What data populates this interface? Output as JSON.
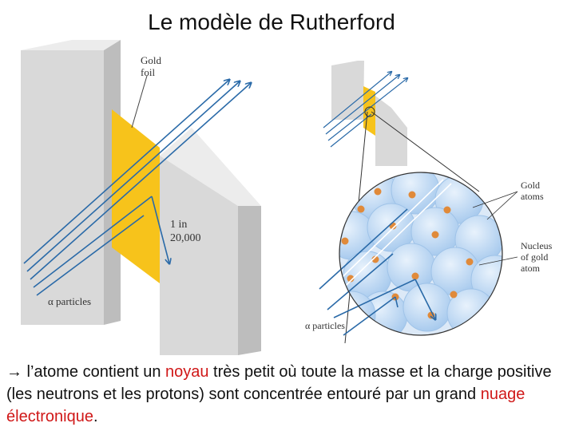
{
  "title": "Le modèle de Rutherford",
  "left_panel": {
    "foil_label_line1": "Gold",
    "foil_label_line2": "foil",
    "ratio_line1": "1 in",
    "ratio_line2": "20,000",
    "particles_label": "α particles"
  },
  "right_panel": {
    "atoms_label_line1": "Gold",
    "atoms_label_line2": "atoms",
    "nucleus_label_line1": "Nucleus",
    "nucleus_label_line2": "of gold",
    "nucleus_label_line3": "atom",
    "particles_label": "α particles"
  },
  "caption": {
    "arrow": "→",
    "part1": " l’atome contient un ",
    "highlight1": "noyau",
    "part2": " très petit où toute la masse et la charge positive (les neutrons et les protons) sont concentrée entouré par un grand ",
    "highlight2": "nuage électronique",
    "part3": "."
  },
  "colors": {
    "gold_foil": "#f7c31b",
    "beam": "#2a6aa8",
    "atom": "#b8d6f3",
    "nucleus": "#e08a3a",
    "caption_highlight": "#d01818",
    "block_front": "#d9d9d9",
    "block_side": "#bdbdbd",
    "block_top": "#ececec"
  }
}
